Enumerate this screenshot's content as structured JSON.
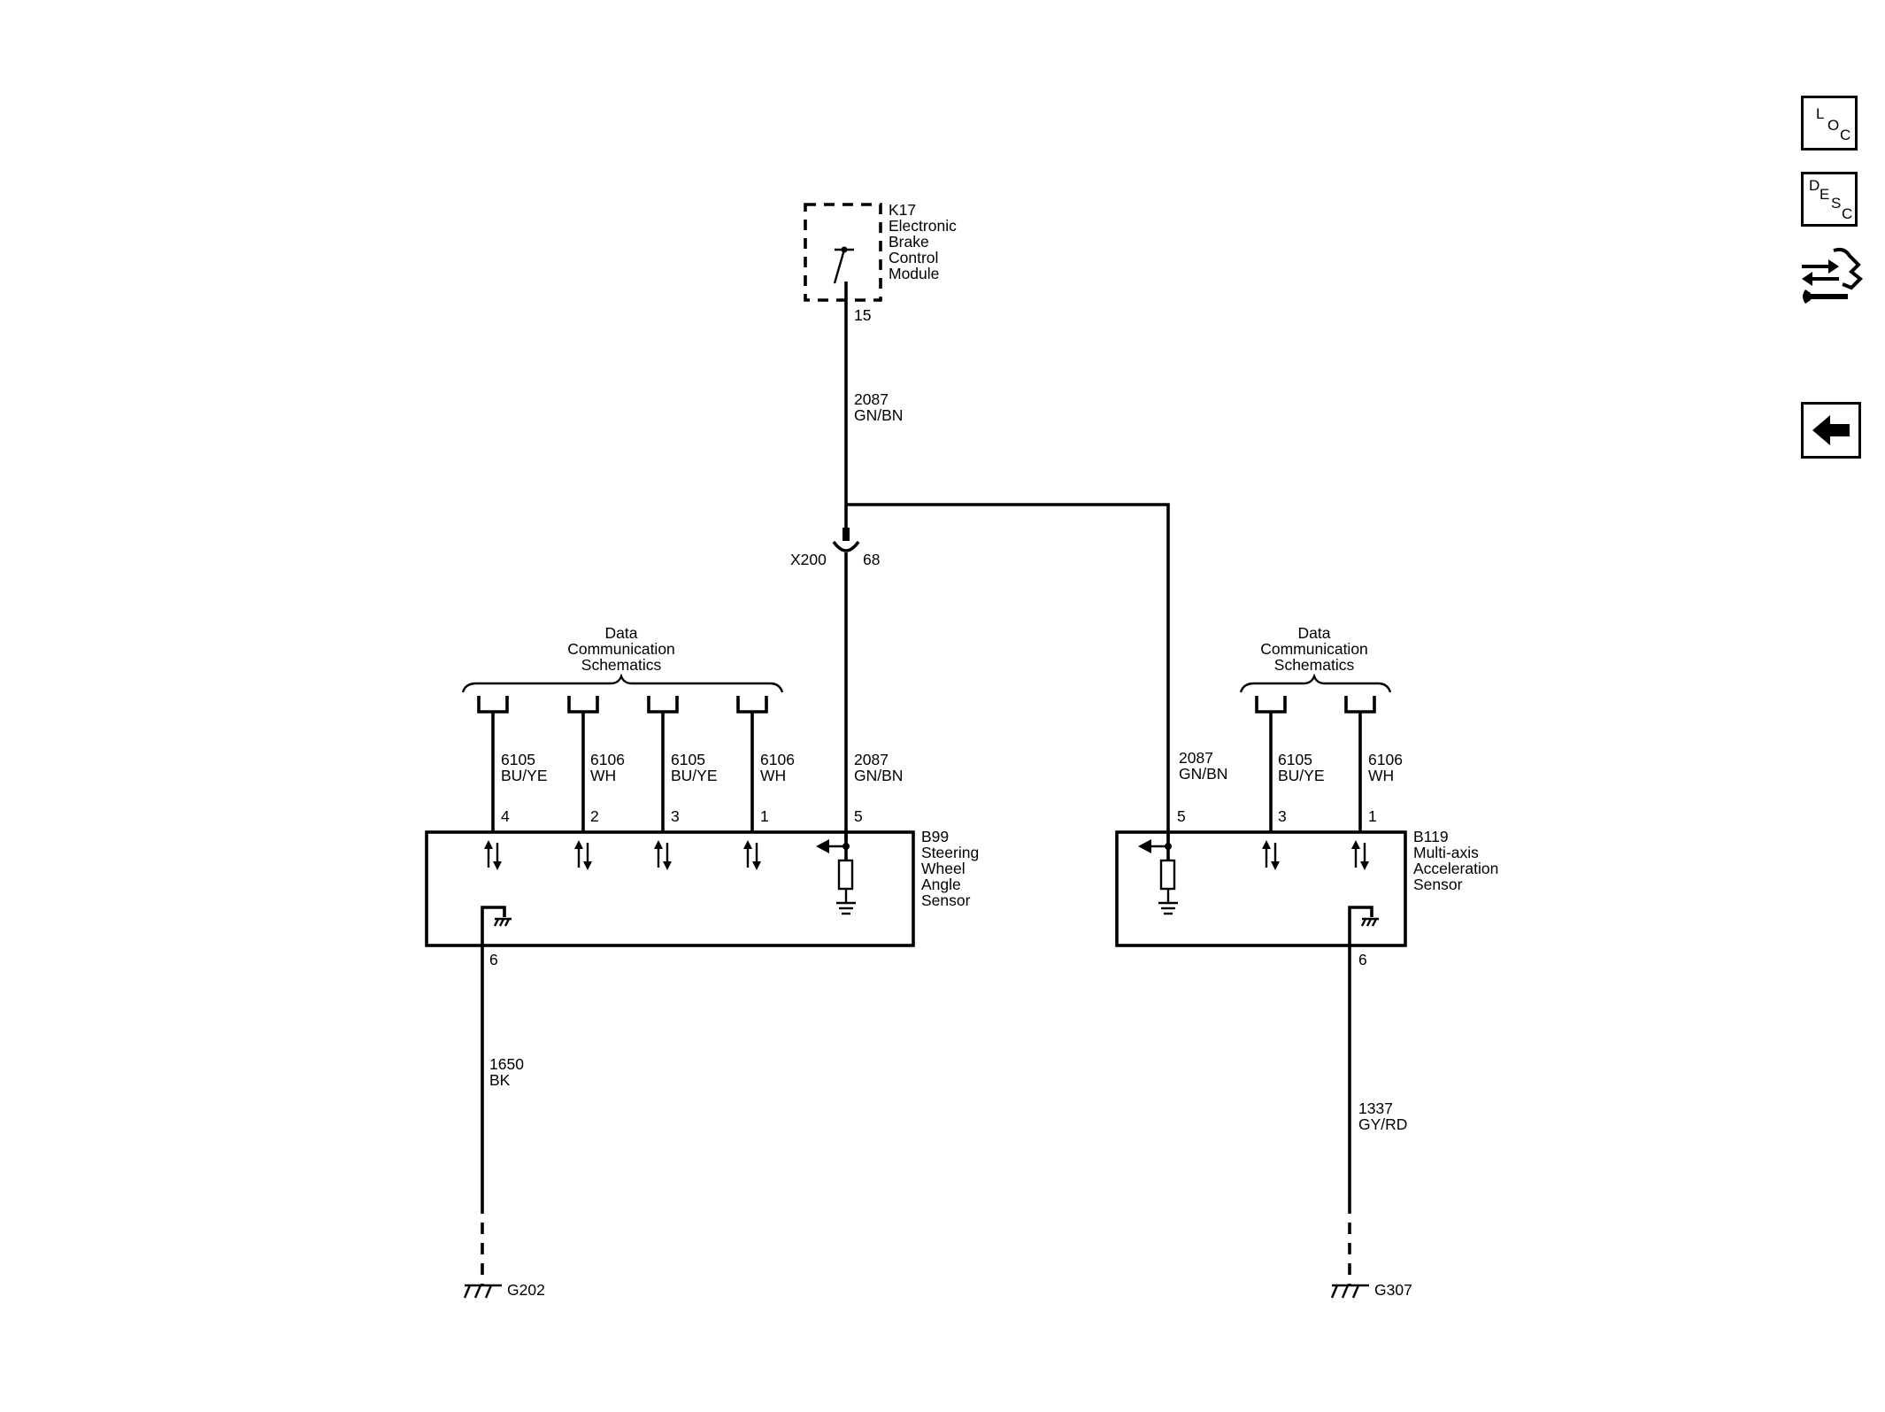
{
  "k17": {
    "ref": "K17",
    "name_lines": [
      "Electronic",
      "Brake",
      "Control",
      "Module"
    ],
    "pin": "15"
  },
  "wire_top": {
    "circuit": "2087",
    "color": "GN/BN"
  },
  "x200": {
    "connector": "X200",
    "pin": "68"
  },
  "data_comm_left": {
    "lines": [
      "Data",
      "Communication",
      "Schematics"
    ]
  },
  "data_comm_right": {
    "lines": [
      "Data",
      "Communication",
      "Schematics"
    ]
  },
  "b99": {
    "ref": "B99",
    "name_lines": [
      "Steering",
      "Wheel",
      "Angle",
      "Sensor"
    ],
    "wires": [
      {
        "circuit": "6105",
        "color": "BU/YE",
        "pin": "4"
      },
      {
        "circuit": "6106",
        "color": "WH",
        "pin": "2"
      },
      {
        "circuit": "6105",
        "color": "BU/YE",
        "pin": "3"
      },
      {
        "circuit": "6106",
        "color": "WH",
        "pin": "1"
      },
      {
        "circuit": "2087",
        "color": "GN/BN",
        "pin": "5"
      }
    ],
    "ground_pin": "6",
    "ground_wire": {
      "circuit": "1650",
      "color": "BK"
    },
    "ground": "G202"
  },
  "b119": {
    "ref": "B119",
    "name_lines": [
      "Multi-axis",
      "Acceleration",
      "Sensor"
    ],
    "wires": [
      {
        "circuit": "2087",
        "color": "GN/BN",
        "pin": "5"
      },
      {
        "circuit": "6105",
        "color": "BU/YE",
        "pin": "3"
      },
      {
        "circuit": "6106",
        "color": "WH",
        "pin": "1"
      }
    ],
    "ground_pin": "6",
    "ground_wire": {
      "circuit": "1337",
      "color": "GY/RD"
    },
    "ground": "G307"
  },
  "side_nav": {
    "loc": {
      "l1": "L",
      "l2": "O",
      "l3": "C"
    },
    "desc": {
      "l1": "D",
      "l2": "E",
      "l3": "S",
      "l4": "C"
    },
    "tools_icon": "connector-wrench-icon",
    "back_icon": "back-arrow-icon"
  }
}
